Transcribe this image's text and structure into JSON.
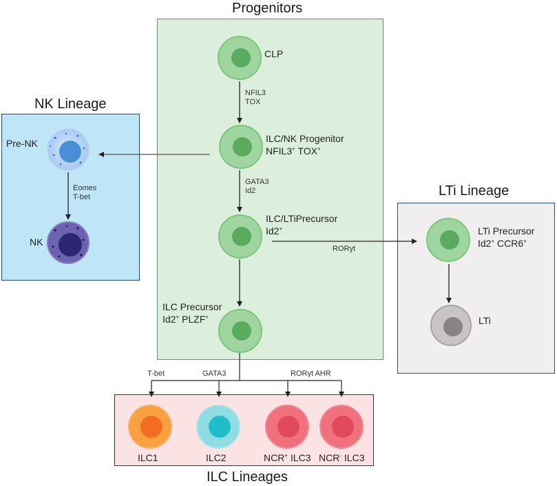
{
  "titles": {
    "progenitors": "Progenitors",
    "nk_lineage": "NK Lineage",
    "lti_lineage": "LTi Lineage",
    "ilc_lineages": "ILC Lineages"
  },
  "progenitors": {
    "clp": "CLP",
    "ilc_nk_line1": "ILC/NK Progenitor",
    "ilc_nk_line2_a": "NFIL3",
    "ilc_nk_line2_a_sup": "+",
    "ilc_nk_line2_b": " TOX",
    "ilc_nk_line2_b_sup": "+",
    "ilc_lti_line1": "ILC/LTiPrecursor",
    "ilc_lti_line2": "Id2",
    "ilc_lti_line2_sup": "+",
    "ilc_prec_line1": "ILC Precursor",
    "ilc_prec_line2_a": "Id2",
    "ilc_prec_line2_a_sup": "+",
    "ilc_prec_line2_b": " PLZF",
    "ilc_prec_line2_b_sup": "+"
  },
  "factors": {
    "nfil3": "NFIL3",
    "tox": "TOX",
    "gata3_1": "GATA3",
    "id2": "Id2",
    "roryt": "RORγt",
    "eomes": "Eomes",
    "tbet_nk": "T-bet",
    "tbet_ilc": "T-bet",
    "gata3_2": "GATA3",
    "roryt_ahr": "RORγt AHR"
  },
  "nk": {
    "pre_nk": "Pre-NK",
    "nk": "NK"
  },
  "lti": {
    "prec_line1": "LTi Precursor",
    "prec_line2_a": "Id2",
    "prec_line2_a_sup": "+",
    "prec_line2_b": " CCR6",
    "prec_line2_b_sup": "+",
    "lti": "LTi"
  },
  "ilc": {
    "ilc1": "ILC1",
    "ilc2": "ILC2",
    "ncr_pos_a": "NCR",
    "ncr_pos_sup": "+",
    "ncr_pos_b": " ILC3",
    "ncr_neg_a": "NCR",
    "ncr_neg_sup": "-",
    "ncr_neg_b": " ILC3"
  },
  "colors": {
    "progenitor_bg": "#dcefdc",
    "nk_bg": "#bfe6f7",
    "lti_bg": "#f0eeee",
    "ilc_bg": "#fbe3e3",
    "border_blue": "#1d4e8c"
  }
}
